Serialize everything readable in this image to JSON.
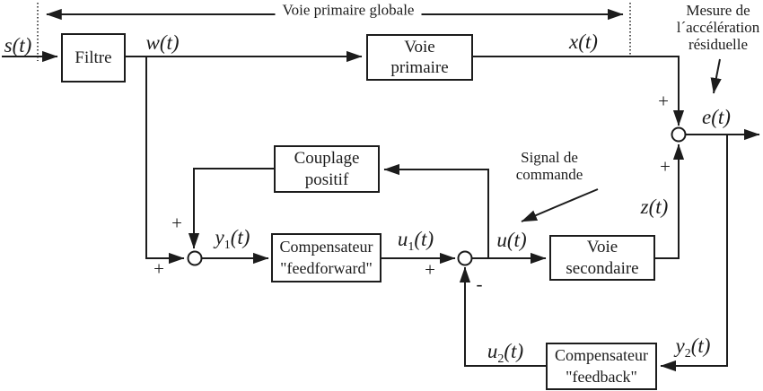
{
  "annotations": {
    "global_primary": "Voie primaire globale",
    "residual_measure": {
      "l1": "Mesure de",
      "l2": "l´accélération",
      "l3": "résiduelle"
    },
    "command_signal": {
      "l1": "Signal de",
      "l2": "commande"
    }
  },
  "blocks": {
    "filter": {
      "l1": "Filtre"
    },
    "primary_path": {
      "l1": "Voie",
      "l2": "primaire"
    },
    "positive_coupling": {
      "l1": "Couplage",
      "l2": "positif"
    },
    "feedforward_compensator": {
      "l1": "Compensateur",
      "l2": "\"feedforward\""
    },
    "secondary_path": {
      "l1": "Voie",
      "l2": "secondaire"
    },
    "feedback_compensator": {
      "l1": "Compensateur",
      "l2": "\"feedback\""
    }
  },
  "signals": {
    "s": {
      "base": "s",
      "sub": "",
      "arg": "(t)"
    },
    "w": {
      "base": "w",
      "sub": "",
      "arg": "(t)"
    },
    "x": {
      "base": "x",
      "sub": "",
      "arg": "(t)"
    },
    "e": {
      "base": "e",
      "sub": "",
      "arg": "(t)"
    },
    "z": {
      "base": "z",
      "sub": "",
      "arg": "(t)"
    },
    "u": {
      "base": "u",
      "sub": "",
      "arg": "(t)"
    },
    "y1": {
      "base": "y",
      "sub": "1",
      "arg": "(t)"
    },
    "u1": {
      "base": "u",
      "sub": "1",
      "arg": "(t)"
    },
    "u2": {
      "base": "u",
      "sub": "2",
      "arg": "(t)"
    },
    "y2": {
      "base": "y",
      "sub": "2",
      "arg": "(t)"
    }
  },
  "signs": {
    "sum_e_top": "+",
    "sum_e_bottom": "+",
    "sum_y1_top": "+",
    "sum_y1_left": "+",
    "sum_u_left": "+",
    "sum_u_bottom": "-"
  },
  "colors": {
    "stroke": "#1c1c1c",
    "background": "#ffffff"
  }
}
